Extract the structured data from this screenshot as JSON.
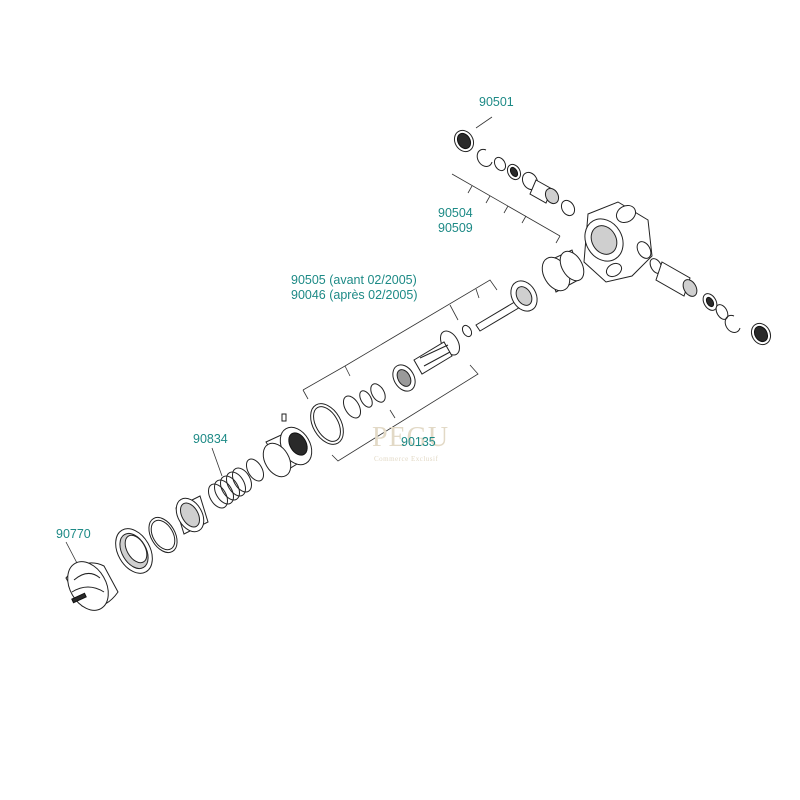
{
  "labels": {
    "part_90501": "90501",
    "part_90504": "90504",
    "part_90509": "90509",
    "part_90505": "90505 (avant 02/2005)",
    "part_90046": "90046 (après 02/2005)",
    "part_90834": "90834",
    "part_90135": "90135",
    "part_90770": "90770"
  },
  "watermark": {
    "main": "PEGU",
    "sub": "Commerce Exclusif"
  },
  "colors": {
    "label": "#1d8a86",
    "line": "#222222",
    "watermark": "#e2d9c6"
  }
}
